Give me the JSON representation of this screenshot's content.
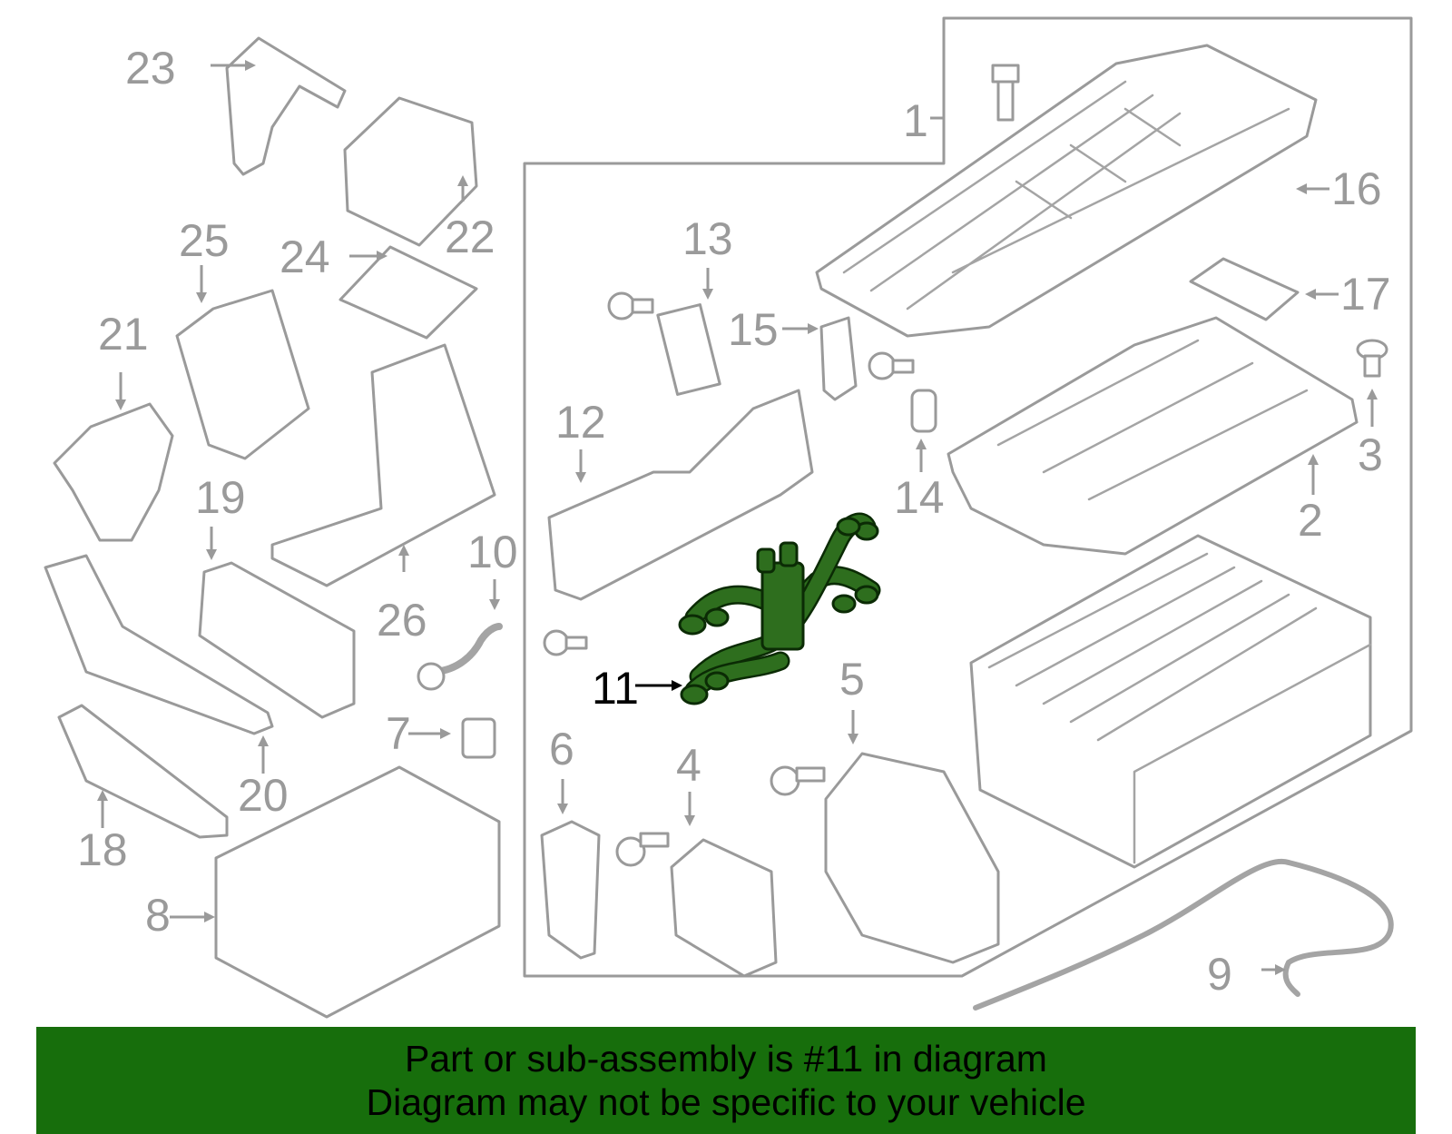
{
  "banner": {
    "line1": "Part or sub-assembly is #11 in diagram",
    "line2": "Diagram may not be specific to your vehicle",
    "background": "#176e0c"
  },
  "highlight": {
    "part_number": "11",
    "color": "#2e6e1e"
  },
  "callouts": [
    "1",
    "2",
    "3",
    "4",
    "5",
    "6",
    "7",
    "8",
    "9",
    "10",
    "11",
    "12",
    "13",
    "14",
    "15",
    "16",
    "17",
    "18",
    "19",
    "20",
    "21",
    "22",
    "23",
    "24",
    "25",
    "26"
  ]
}
